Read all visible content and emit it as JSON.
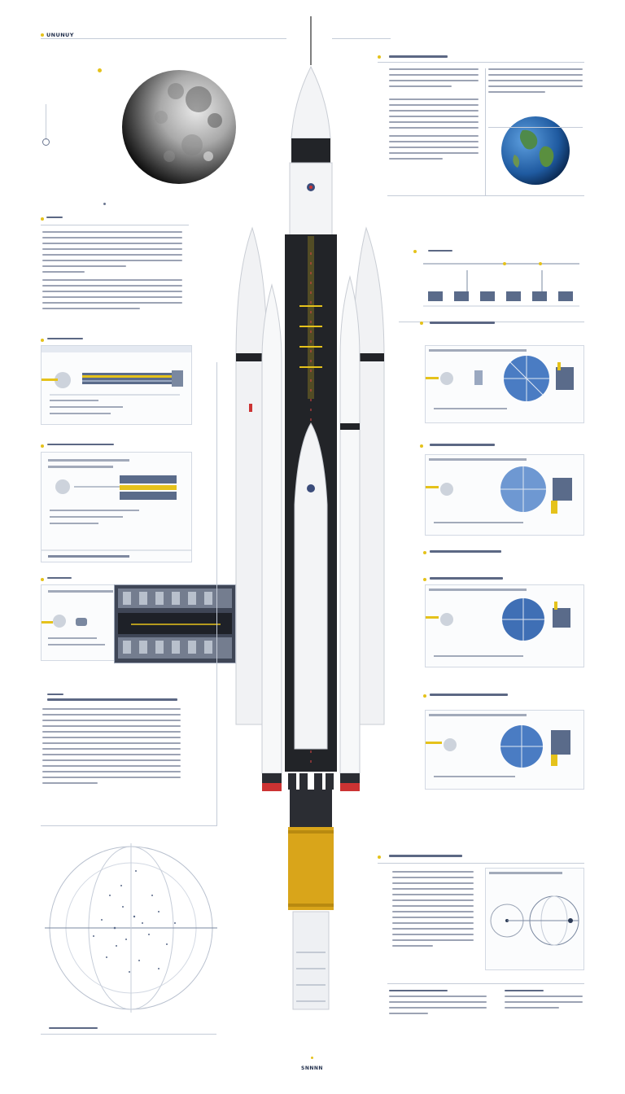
{
  "header": {
    "label": "UNUNUY"
  },
  "footer": {
    "label": "SNNNN"
  },
  "colors": {
    "accent_yellow": "#e5c21b",
    "navy_text": "#2b3a55",
    "rocket_black": "#222428",
    "rocket_white": "#f3f4f6",
    "planet_blue": "#2f6fb8",
    "chart_blue": "#4a7cc3"
  },
  "icons": [
    "moon-illustration",
    "earth-illustration",
    "rocket-illustration",
    "star-chart-illustration"
  ]
}
